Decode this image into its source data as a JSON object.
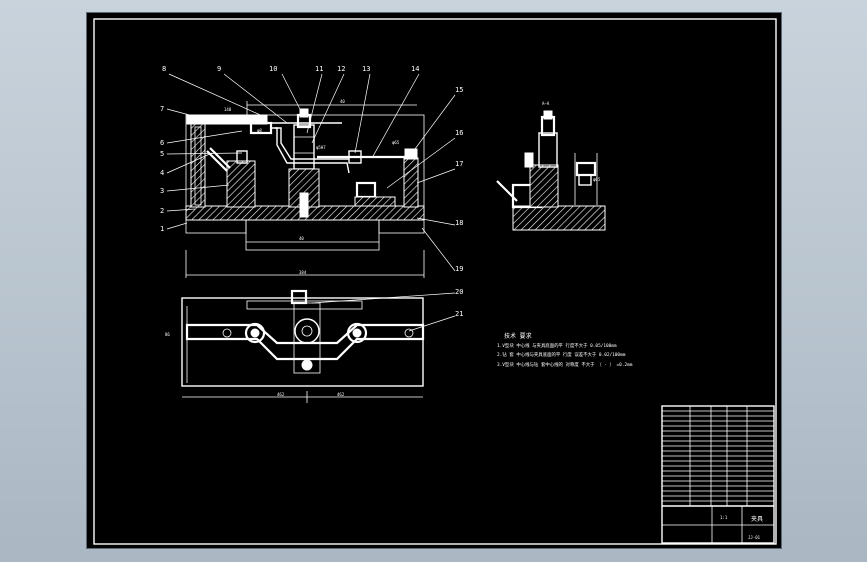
{
  "balloons": [
    "8",
    "9",
    "10",
    "11",
    "12",
    "13",
    "14",
    "15",
    "16",
    "17",
    "18",
    "19",
    "20",
    "21",
    "7",
    "6",
    "5",
    "4",
    "3",
    "2",
    "1"
  ],
  "section_label": "A—A",
  "dimensions": {
    "overall_width": "384",
    "base_height": "40",
    "top_left": "140",
    "top_mid": "40",
    "small_dia": "φ8",
    "bore_dia": "φ5H7",
    "pin_dia": "φ65",
    "side_height": "86",
    "plan_left": "462",
    "plan_right": "462",
    "section_dia": "φ65"
  },
  "notes": {
    "heading": "技术 要求",
    "lines": [
      "1.V型块 中心线 与夹具底面的平 行度不大于 0.05/100mm",
      "2.钻 套 中心线与夹具底面的平 行度 误差不大于 0.02/100mm",
      "3.V型块 中心线与钻 套中心线的 对称度 不大于 （ - ）  =0.2mm"
    ]
  },
  "title_block": {
    "part_name": "夹具",
    "scale": "1:1",
    "drawing_no": "JJ-01"
  }
}
